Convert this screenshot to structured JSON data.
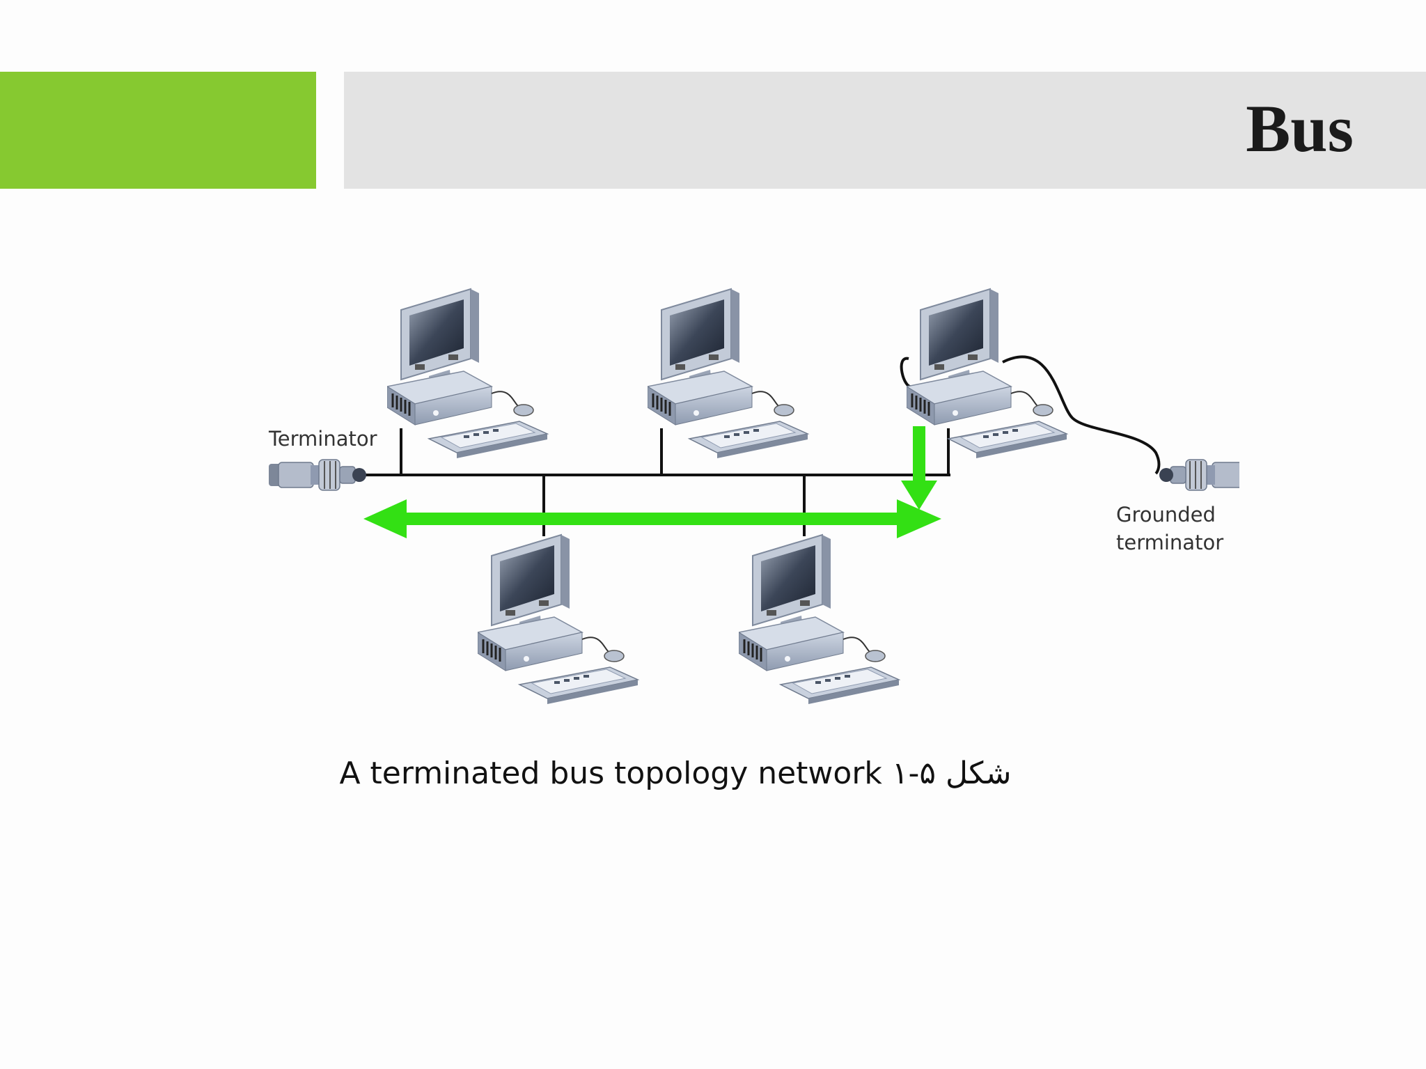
{
  "slide": {
    "title": "Bus",
    "accent_color": "#86c930",
    "band_color": "#e3e3e3"
  },
  "diagram": {
    "labels": {
      "terminator": "Terminator",
      "grounded_line1": "Grounded",
      "grounded_line2": "terminator"
    },
    "arrow_color": "#33e014",
    "nodes": [
      {
        "id": "computer-1",
        "row": "top"
      },
      {
        "id": "computer-2",
        "row": "top"
      },
      {
        "id": "computer-3",
        "row": "top"
      },
      {
        "id": "computer-4",
        "row": "bottom"
      },
      {
        "id": "computer-5",
        "row": "bottom"
      }
    ]
  },
  "caption": "A terminated bus topology network ۱-۵ شکل"
}
